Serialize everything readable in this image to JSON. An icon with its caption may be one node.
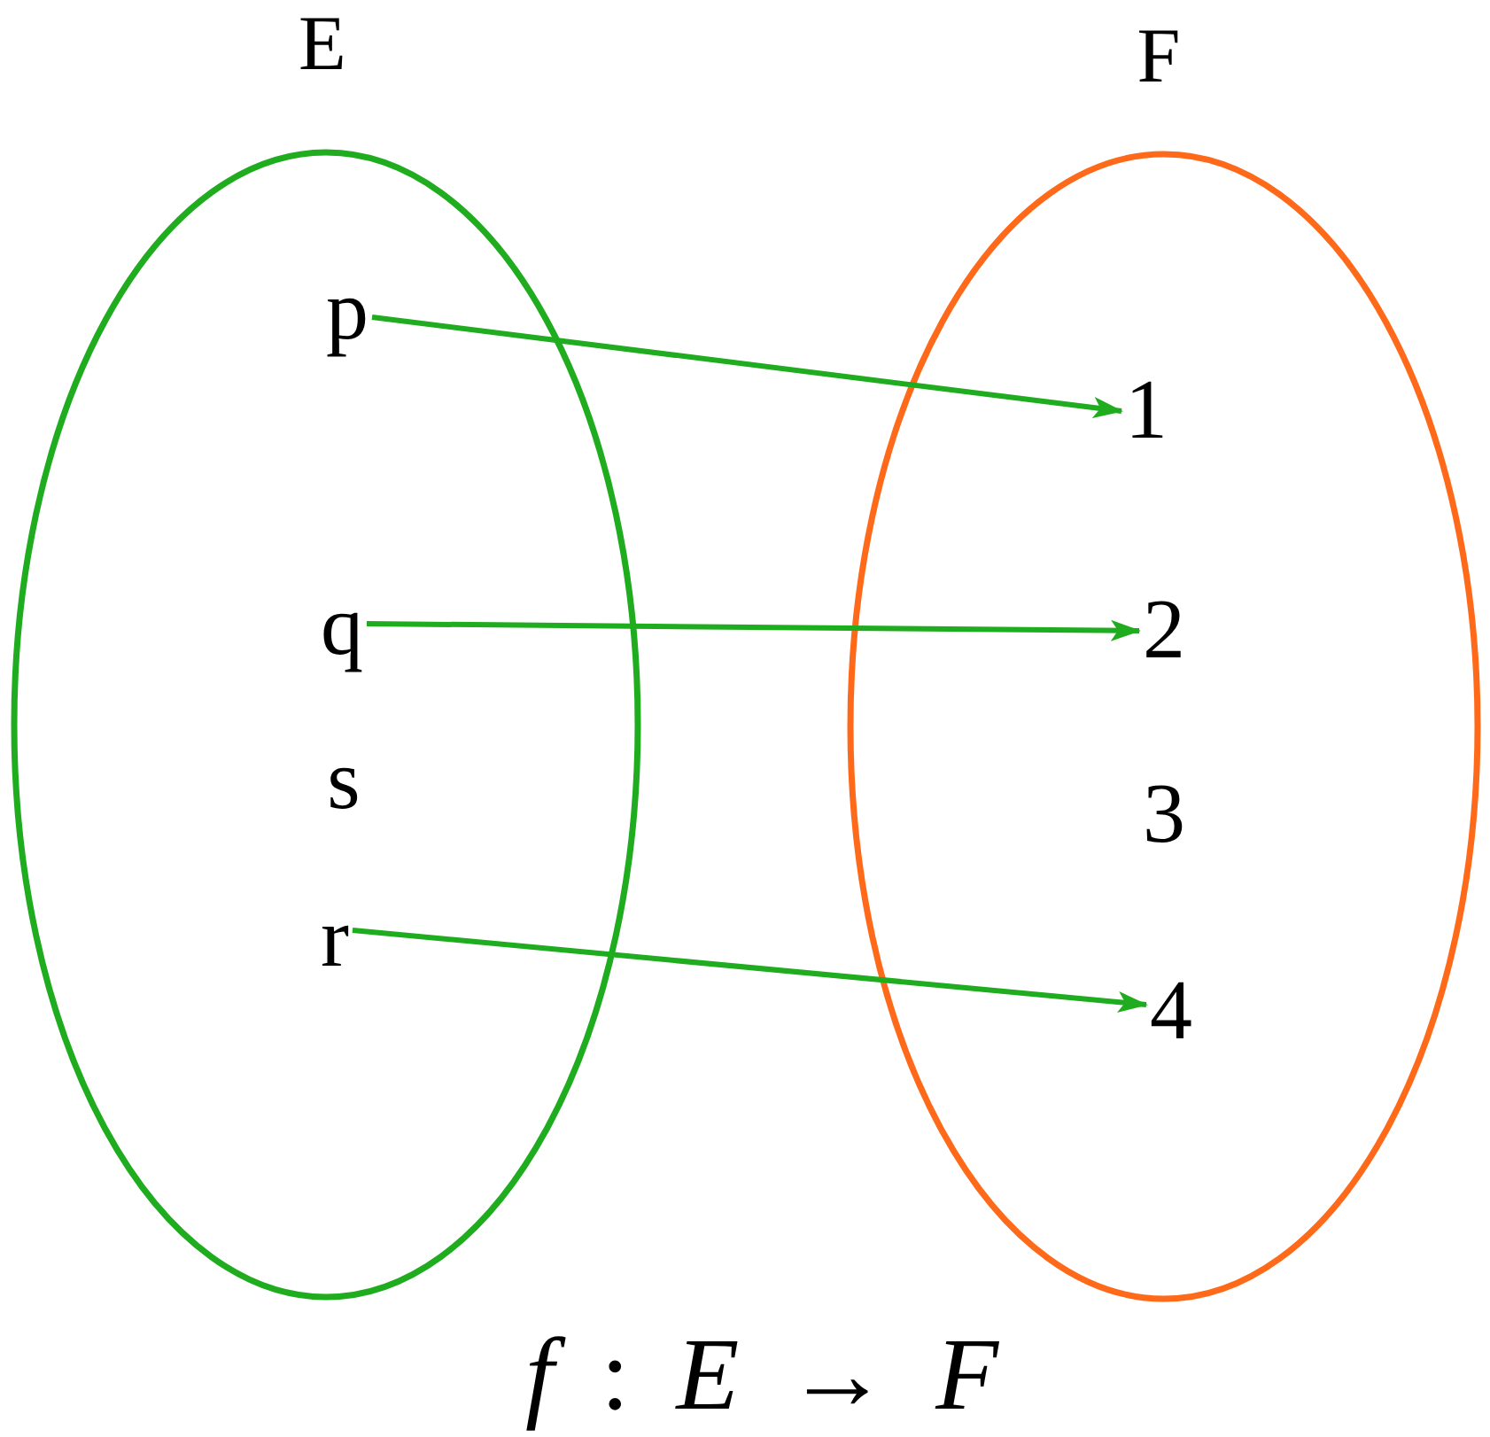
{
  "diagram": {
    "caption": "*f* : *E* → *F*",
    "nodes": [
      {
        "text": [
          "E"
        ]
      },
      {
        "text": [
          "p"
        ],
        "in": 0
      },
      {
        "text": [
          "q"
        ],
        "in": 0
      },
      {
        "text": [
          "s"
        ],
        "in": 0
      },
      {
        "text": [
          "r"
        ],
        "in": 0
      },
      {
        "text": [
          "F"
        ]
      },
      {
        "text": [
          "1"
        ],
        "in": 5
      },
      {
        "text": [
          "2"
        ],
        "in": 5
      },
      {
        "text": [
          "3"
        ],
        "in": 5
      },
      {
        "text": [
          "4"
        ],
        "in": 5
      }
    ],
    "edges": [
      {
        "from": 1,
        "to": 6,
        "arrow": "to"
      },
      {
        "from": 2,
        "to": 7,
        "arrow": "to"
      },
      {
        "from": 4,
        "to": 9,
        "arrow": "to"
      }
    ]
  }
}
